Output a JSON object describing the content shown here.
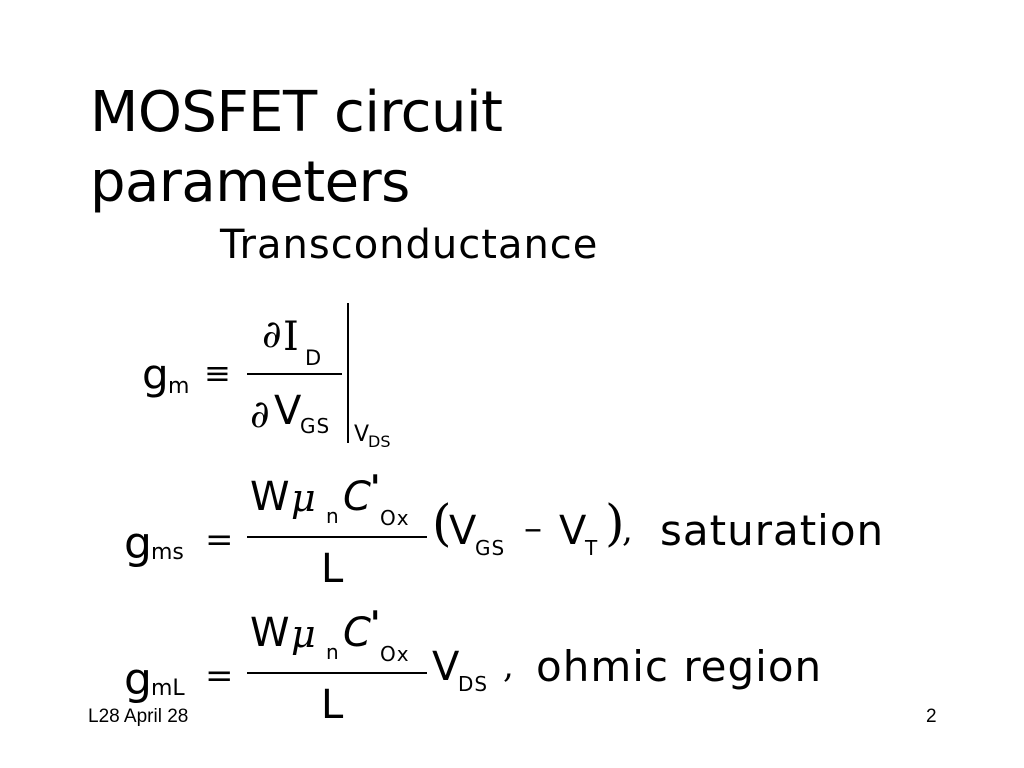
{
  "slide": {
    "title_line1": "MOSFET circuit",
    "title_line2": "parameters",
    "subtitle": "Transconductance",
    "footer_left": "L28 April 28",
    "page_number": "2"
  },
  "equations": {
    "sym": {
      "g": "g",
      "equiv": "≡",
      "equals": "=",
      "partial": "∂",
      "minus": "–",
      "mu": "μ",
      "lparen": "(",
      "rparen": ")",
      "comma": ","
    },
    "letters": {
      "I": "I",
      "V": "V",
      "W": "W",
      "C": "C",
      "prime": "'",
      "L": "L"
    },
    "subs": {
      "m": "m",
      "ms": "ms",
      "mL": "mL",
      "D": "D",
      "GS": "GS",
      "DS": "DS",
      "n": "n",
      "Ox": "Ox",
      "T": "T"
    },
    "labels": {
      "saturation": "saturation",
      "ohmic": "ohmic region"
    }
  }
}
